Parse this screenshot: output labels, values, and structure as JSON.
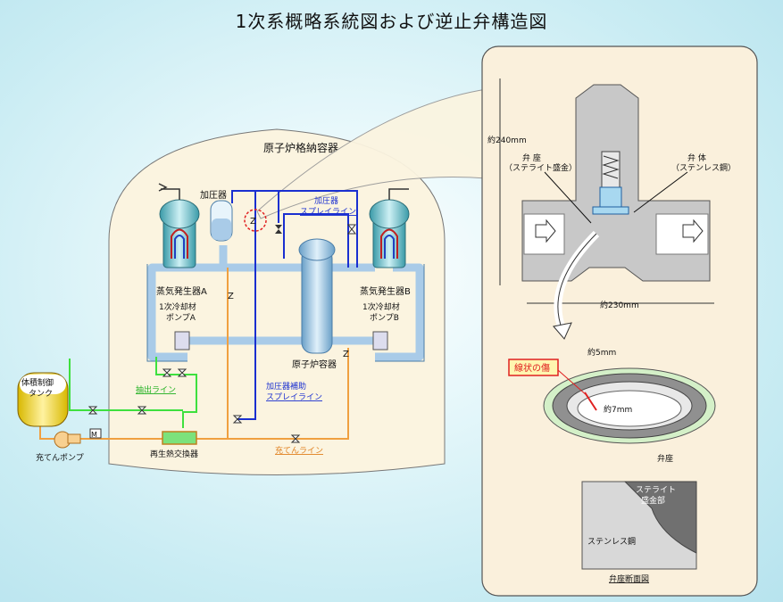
{
  "title": "1次系概略系統図および逆止弁構造図",
  "labels": {
    "containment": "原子炉格納容器",
    "pressurizer": "加圧器",
    "pressurizer_spray_line_1": "加圧器",
    "pressurizer_spray_line_2": "スプレイライン",
    "sg_a": "蒸気発生器A",
    "sg_b": "蒸気発生器B",
    "pump_a_1": "1次冷却材",
    "pump_a_2": "ポンプA",
    "pump_b_1": "1次冷却材",
    "pump_b_2": "ポンプB",
    "reactor_vessel": "原子炉容器",
    "aux_spray_1": "加圧器補助",
    "aux_spray_2": "スプレイライン",
    "letdown_line": "抽出ライン",
    "charging_line": "充てんライン",
    "vct_1": "体積制御",
    "vct_2": "タンク",
    "charging_pump": "充てんポンプ",
    "regen_hx": "再生熱交換器",
    "z": "Z",
    "m": "M"
  },
  "valve_detail": {
    "height_dim": "約240mm",
    "width_dim": "約230mm",
    "seat_1": "弁 座",
    "seat_2": "（ステライト盛金）",
    "body_1": "弁 体",
    "body_2": "（ステンレス鋼）",
    "crack_label": "線状の傷",
    "dim_5mm": "約5mm",
    "dim_7mm": "約7mm",
    "seat_label": "弁座",
    "stellite_1": "ステライト",
    "stellite_2": "盛金部",
    "stainless": "ステンレス鋼",
    "section_caption": "弁座断面図"
  },
  "colors": {
    "primary_loop": "#a9cbe8",
    "spray_line": "#1a2fd0",
    "charging_line": "#f0a040",
    "letdown_line": "#3ee03e",
    "panel_bg": "#faf0dc",
    "crack_red": "#e02020"
  }
}
